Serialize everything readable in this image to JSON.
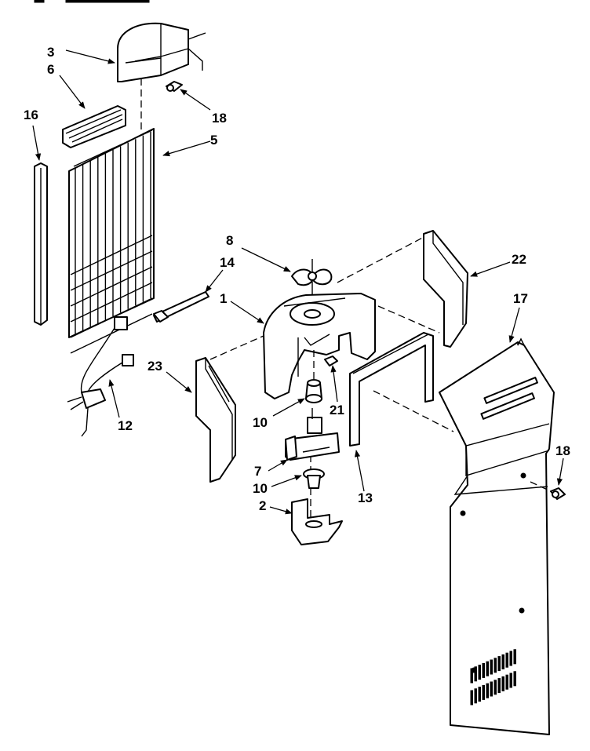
{
  "diagram": {
    "labels": {
      "l3": "3",
      "l6": "6",
      "l16": "16",
      "l18a": "18",
      "l5": "5",
      "l8": "8",
      "l14": "14",
      "l1": "1",
      "l22": "22",
      "l17": "17",
      "l23": "23",
      "l10a": "10",
      "l21": "21",
      "l12": "12",
      "l7": "7",
      "l10b": "10",
      "l13": "13",
      "l2": "2",
      "l18b": "18"
    }
  }
}
